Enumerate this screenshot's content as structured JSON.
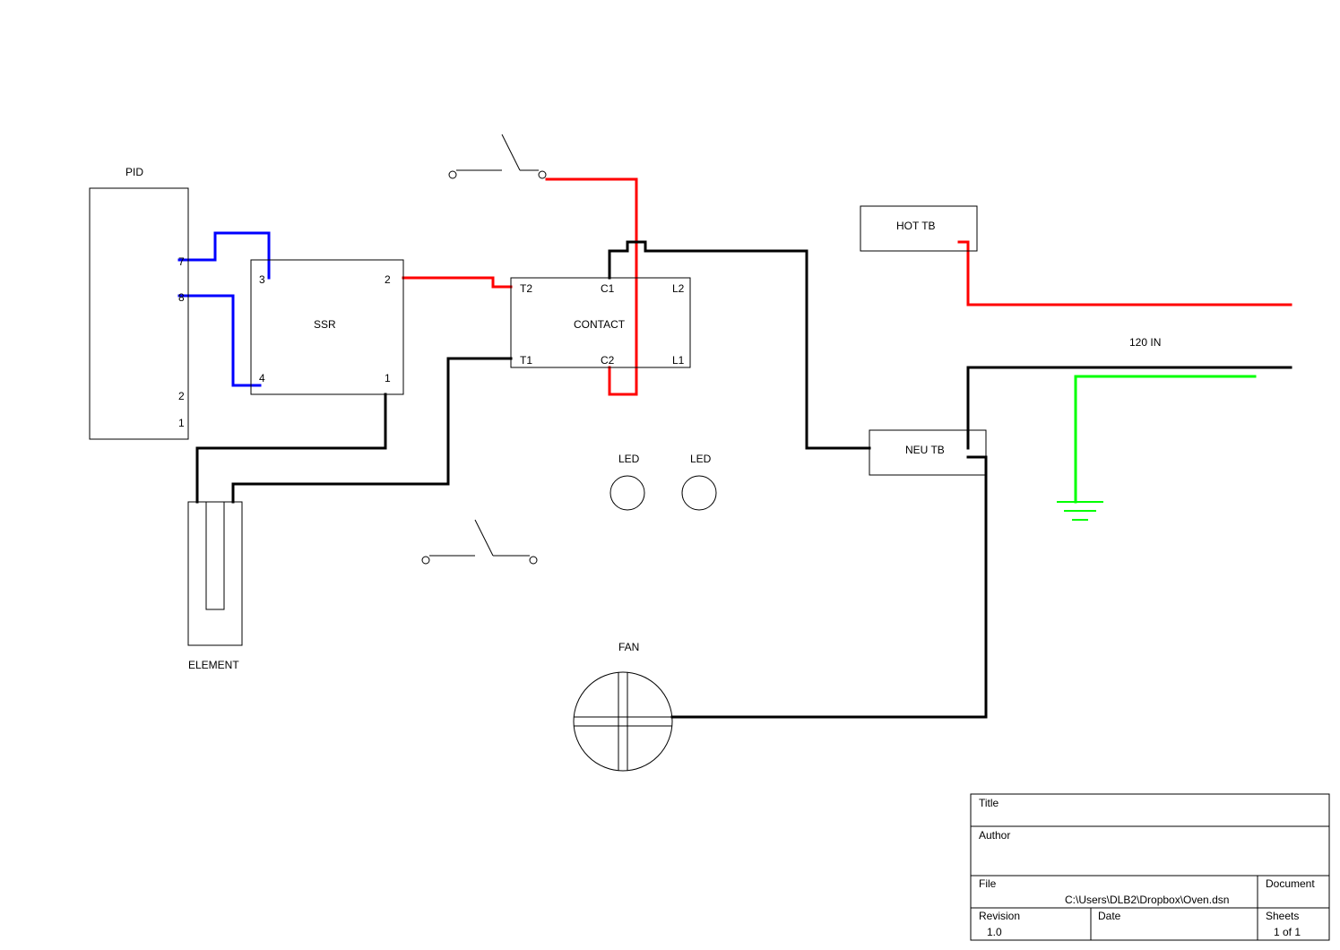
{
  "colors": {
    "hot": "#ff0000",
    "control": "#0000ff",
    "neutral": "#000000",
    "ground": "#00ff00",
    "outline": "#000000"
  },
  "components": {
    "pid": {
      "label": "PID",
      "pins": {
        "p7": "7",
        "p8": "8",
        "p2": "2",
        "p1": "1"
      }
    },
    "ssr": {
      "label": "SSR",
      "pins": {
        "p3": "3",
        "p2": "2",
        "p4": "4",
        "p1": "1"
      }
    },
    "contact": {
      "label": "CONTACT",
      "pins": {
        "t2": "T2",
        "c1": "C1",
        "l2": "L2",
        "t1": "T1",
        "c2": "C2",
        "l1": "L1"
      }
    },
    "hot_tb": {
      "label": "HOT TB"
    },
    "neu_tb": {
      "label": "NEU TB"
    },
    "input": {
      "label": "120 IN"
    },
    "led1": {
      "label": "LED"
    },
    "led2": {
      "label": "LED"
    },
    "element": {
      "label": "ELEMENT"
    },
    "fan": {
      "label": "FAN"
    }
  },
  "title_block": {
    "title_label": "Title",
    "title_value": "",
    "author_label": "Author",
    "author_value": "",
    "file_label": "File",
    "file_value": "C:\\Users\\DLB2\\Dropbox\\Oven.dsn",
    "document_label": "Document",
    "document_value": "",
    "revision_label": "Revision",
    "revision_value": "1.0",
    "date_label": "Date",
    "date_value": "",
    "sheets_label": "Sheets",
    "sheets_value": "1 of 1"
  }
}
